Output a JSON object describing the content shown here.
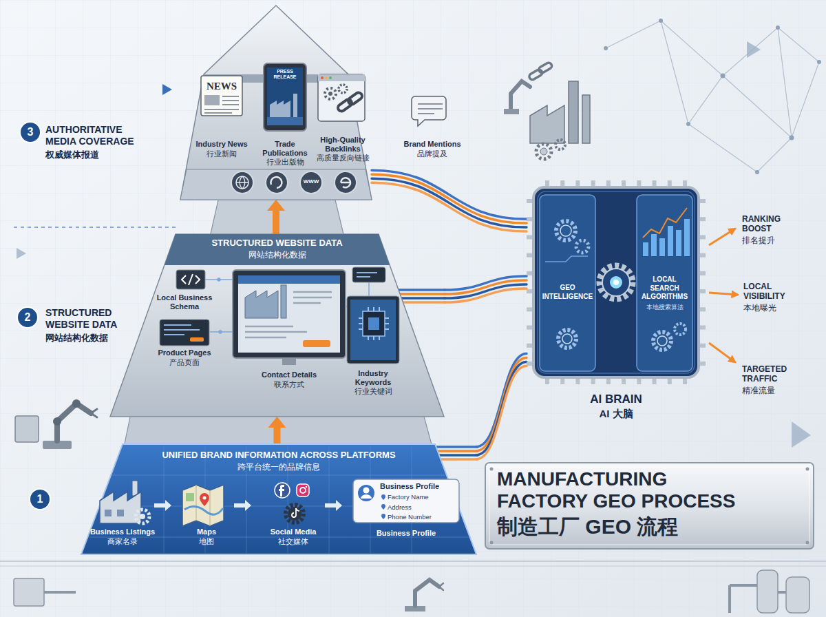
{
  "diagram": {
    "title": "MANUFACTURING FACTORY GEO PROCESS",
    "nodes": [
      {
        "text": [
          "AUTHORITATIVE MEDIA COVERAGE",
          "权威媒体报道"
        ]
      },
      {
        "text": [
          "STRUCTURED WEBSITE DATA",
          "网站结构化数据"
        ]
      },
      {
        "text": [
          "UNIFIED BRAND INFORMATION ACROSS PLATFORMS",
          "跨平台统一的品牌信息"
        ]
      },
      {
        "text": [
          "Business Profile",
          "Factory Name",
          "Address",
          "Phone Number"
        ],
        "in": 2
      },
      {
        "text": [
          "AI BRAIN",
          "AI 大脑"
        ]
      },
      {
        "text": [
          "GEO INTELLIGENCE"
        ],
        "in": 4
      },
      {
        "text": [
          "LOCAL SEARCH ALGORITHMS",
          "本地搜索算法"
        ],
        "in": 4
      }
    ],
    "edges": [
      {
        "from": 2,
        "to": 1,
        "arrow": "to"
      },
      {
        "from": 1,
        "to": 0,
        "arrow": "to"
      },
      {
        "from": 0,
        "to": 4,
        "arrow": "none"
      },
      {
        "from": 1,
        "to": 4,
        "arrow": "none"
      },
      {
        "from": 2,
        "to": 4,
        "arrow": "none"
      }
    ],
    "labels": [
      "3",
      "NEWS",
      "PRESS RELEASE",
      "Industry News",
      "行业新闻",
      "Trade Publications",
      "行业出版物",
      "High-Quality Backlinks",
      "高质量反向链接",
      "Brand Mentions",
      "品牌提及",
      "WWW",
      "2",
      "STRUCTURED WEBSITE DATA",
      "网站结构化数据",
      "Local Business Schema",
      "Product Pages",
      "产品页面",
      "Contact Details",
      "联系方式",
      "Industry Keywords",
      "行业关键词",
      "RANKING BOOST",
      "排名提升",
      "LOCAL VISIBILITY",
      "本地曝光",
      "TARGETED TRAFFIC",
      "精准流量",
      "1",
      "Business Listings",
      "商家名录",
      "Maps",
      "地图",
      "Social Media",
      "社交媒体",
      "Business Profile",
      "制造工厂 GEO 流程"
    ]
  }
}
